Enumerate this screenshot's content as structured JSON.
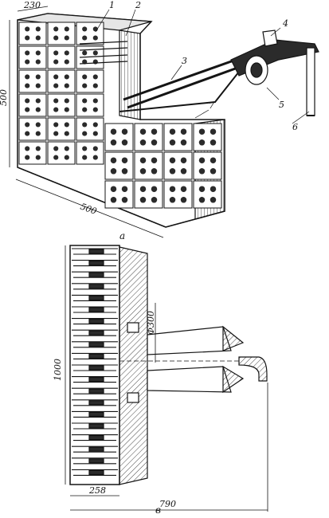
{
  "figure_a": {
    "caption": "a",
    "dimensions": {
      "top_depth": "230",
      "left_height": "500",
      "bottom_width": "500"
    },
    "part_labels": [
      "1",
      "2",
      "3",
      "4",
      "5",
      "6",
      "7"
    ]
  },
  "figure_b": {
    "caption": "в",
    "dimensions": {
      "height": "1000",
      "diameter": "Φ300",
      "depth": "258",
      "total_length": "790"
    }
  },
  "colors": {
    "ink": "#151515",
    "paper": "#ffffff",
    "hatch": "#333333"
  }
}
